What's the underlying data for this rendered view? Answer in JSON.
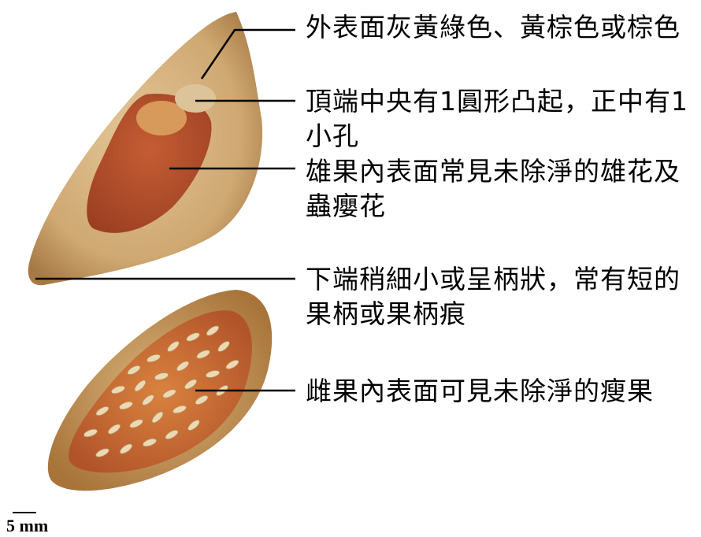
{
  "annotations": [
    {
      "text": "外表面灰黃綠色、黃棕色或棕色"
    },
    {
      "text": "頂端中央有1圓形凸起，正中有1小孔"
    },
    {
      "text": "雄果內表面常見未除淨的雄花及蟲癭花"
    },
    {
      "text": "下端稍細小或呈柄狀，常有短的果柄或果柄痕"
    },
    {
      "text": "雌果內表面可見未除淨的瘦果"
    }
  ],
  "scale": {
    "label": "5 mm"
  },
  "colors": {
    "outer": "#d2b07c",
    "inner_male": "#b8532c",
    "inner_female": "#c46a36",
    "seed": "#e9d7b2"
  }
}
